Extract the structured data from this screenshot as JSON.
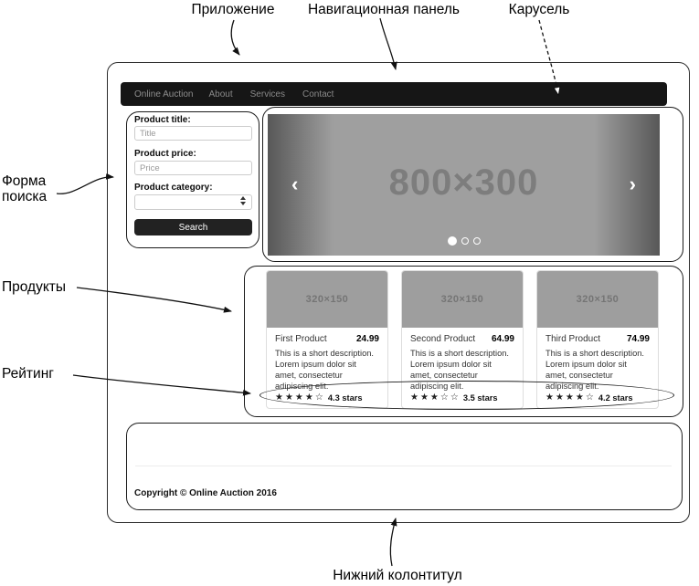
{
  "annotations": {
    "app": "Приложение",
    "navbar": "Навигационная панель",
    "carousel": "Карусель",
    "search_form": "Форма поиска",
    "products": "Продукты",
    "rating": "Рейтинг",
    "footer": "Нижний колонтитул"
  },
  "navbar": {
    "brand": "Online Auction",
    "links": [
      "About",
      "Services",
      "Contact"
    ]
  },
  "search_form": {
    "title_label": "Product title:",
    "title_placeholder": "Title",
    "price_label": "Product price:",
    "price_placeholder": "Price",
    "category_label": "Product category:",
    "search_button": "Search"
  },
  "carousel": {
    "placeholder": "800×300",
    "prev_icon": "‹",
    "next_icon": "›",
    "dots_total": 3,
    "active_dot": 1
  },
  "products": [
    {
      "title": "First Product",
      "price": "24.99",
      "description": "This is a short description. Lorem ipsum dolor sit amet, consectetur adipiscing elit.",
      "image_placeholder": "320×150",
      "stars": "★★★★☆",
      "rating_text": "4.3 stars"
    },
    {
      "title": "Second Product",
      "price": "64.99",
      "description": "This is a short description. Lorem ipsum dolor sit amet, consectetur adipiscing elit.",
      "image_placeholder": "320×150",
      "stars": "★★★☆☆",
      "rating_text": "3.5 stars"
    },
    {
      "title": "Third Product",
      "price": "74.99",
      "description": "This is a short description. Lorem ipsum dolor sit amet, consectetur adipiscing elit.",
      "image_placeholder": "320×150",
      "stars": "★★★★☆",
      "rating_text": "4.2 stars"
    }
  ],
  "footer": {
    "copyright": "Copyright © Online Auction 2016"
  },
  "colors": {
    "navbar_bg": "#161616",
    "button_bg": "#222222",
    "placeholder_bg": "#9e9e9e",
    "annotation_stroke": "#1b1b1b"
  }
}
